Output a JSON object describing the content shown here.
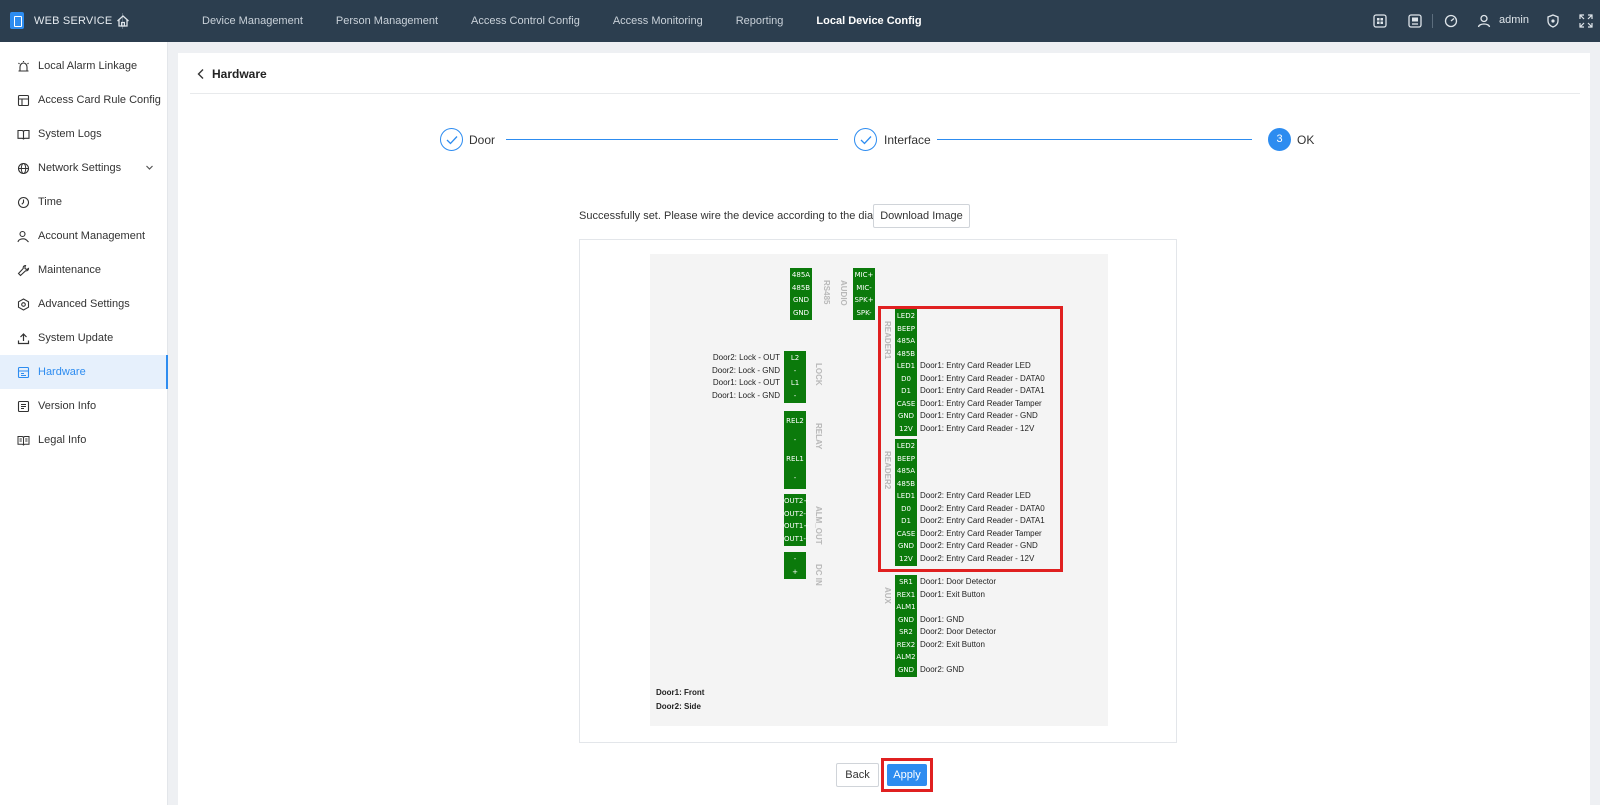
{
  "app": {
    "title": "WEB SERVICE"
  },
  "nav": {
    "items": [
      "Device Management",
      "Person Management",
      "Access Control Config",
      "Access Monitoring",
      "Reporting",
      "Local Device Config"
    ],
    "active": "Local Device Config"
  },
  "user": {
    "name": "admin"
  },
  "sidebar": {
    "items": [
      {
        "label": "Local Alarm Linkage",
        "icon": "alarm-icon"
      },
      {
        "label": "Access Card Rule Config",
        "icon": "card-rule-icon"
      },
      {
        "label": "System Logs",
        "icon": "book-icon"
      },
      {
        "label": "Network Settings",
        "icon": "globe-icon"
      },
      {
        "label": "Time",
        "icon": "clock-icon"
      },
      {
        "label": "Account Management",
        "icon": "account-icon"
      },
      {
        "label": "Maintenance",
        "icon": "wrench-icon"
      },
      {
        "label": "Advanced Settings",
        "icon": "advanced-icon"
      },
      {
        "label": "System Update",
        "icon": "upload-icon"
      },
      {
        "label": "Hardware",
        "icon": "hardware-icon"
      },
      {
        "label": "Version Info",
        "icon": "version-icon"
      },
      {
        "label": "Legal Info",
        "icon": "legal-icon"
      }
    ],
    "active": "Hardware"
  },
  "page": {
    "title": "Hardware"
  },
  "steps": [
    {
      "label": "Door",
      "status": "done"
    },
    {
      "label": "Interface",
      "status": "done"
    },
    {
      "label": "OK",
      "status": "current",
      "number": "3"
    }
  ],
  "message": "Successfully set. Please wire the device according to the diagram.",
  "download_label": "Download Image",
  "diagram": {
    "rs485": {
      "label": "RS485",
      "pins": [
        "485A",
        "485B",
        "GND",
        "GND"
      ]
    },
    "audio": {
      "label": "AUDIO",
      "pins": [
        "MIC+",
        "MIC-",
        "SPK+",
        "SPK-"
      ]
    },
    "lock": {
      "label": "LOCK",
      "pins": [
        "L2",
        "-",
        "L1",
        "-"
      ],
      "wires": [
        "Door2: Lock - OUT",
        "Door2: Lock - GND",
        "Door1: Lock - OUT",
        "Door1: Lock - GND"
      ]
    },
    "relay": {
      "label": "RELAY",
      "pins": [
        "REL2",
        "-",
        "REL1",
        "-"
      ]
    },
    "alm_out": {
      "label": "ALM_OUT",
      "pins": [
        "OUT2+",
        "OUT2-",
        "OUT1+",
        "OUT1-"
      ]
    },
    "dc_in": {
      "label": "DC IN",
      "pins": [
        "-",
        "+"
      ]
    },
    "reader1": {
      "label": "READER1",
      "pins": [
        "LED2",
        "BEEP",
        "485A",
        "485B",
        "LED1",
        "D0",
        "D1",
        "CASE",
        "GND",
        "12V"
      ],
      "wires": [
        "",
        "",
        "",
        "",
        "Door1: Entry Card Reader LED",
        "Door1: Entry Card Reader - DATA0",
        "Door1: Entry Card Reader - DATA1",
        "Door1: Entry Card Reader Tamper",
        "Door1: Entry Card Reader - GND",
        "Door1: Entry Card Reader - 12V"
      ]
    },
    "reader2": {
      "label": "READER2",
      "pins": [
        "LED2",
        "BEEP",
        "485A",
        "485B",
        "LED1",
        "D0",
        "D1",
        "CASE",
        "GND",
        "12V"
      ],
      "wires": [
        "",
        "",
        "",
        "",
        "Door2: Entry Card Reader LED",
        "Door2: Entry Card Reader - DATA0",
        "Door2: Entry Card Reader - DATA1",
        "Door2: Entry Card Reader Tamper",
        "Door2: Entry Card Reader - GND",
        "Door2: Entry Card Reader - 12V"
      ]
    },
    "aux": {
      "label": "AUX",
      "pins": [
        "SR1",
        "REX1",
        "ALM1",
        "GND",
        "SR2",
        "REX2",
        "ALM2",
        "GND"
      ],
      "wires": [
        "Door1: Door Detector",
        "Door1: Exit Button",
        "",
        "Door1: GND",
        "Door2: Door Detector",
        "Door2: Exit Button",
        "",
        "Door2: GND"
      ]
    },
    "notes": [
      "Door1: Front",
      "Door2: Side"
    ]
  },
  "buttons": {
    "back": "Back",
    "apply": "Apply"
  },
  "colors": {
    "accent": "#2d8cf0",
    "topbar": "#2c3e4f",
    "pin_block": "#0b7a0b",
    "highlight": "#e02020"
  }
}
